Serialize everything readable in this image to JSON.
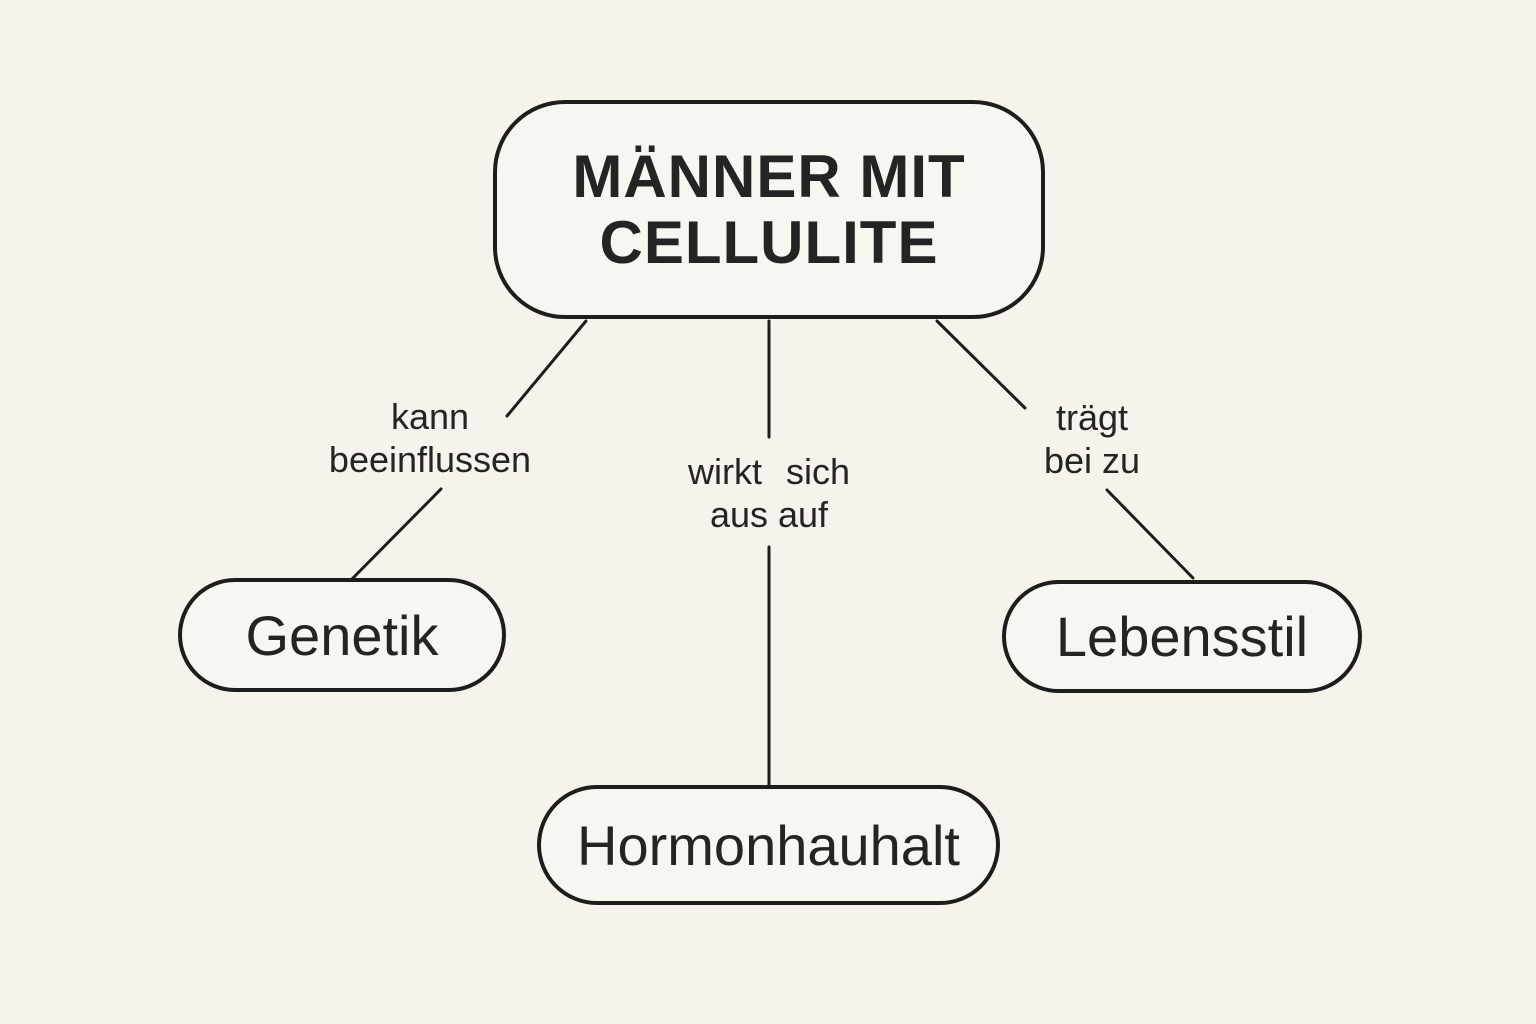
{
  "canvas": {
    "background_color": "#f6f3ec",
    "node_fill_color": "#f8f6f0",
    "stroke_color": "#1d1d1d",
    "text_color": "#242424"
  },
  "root_node": {
    "label": "MÄNNER MIT CELLULITE",
    "lines": [
      "MÄNNER MIT",
      "CELLULITE"
    ]
  },
  "child_nodes": [
    {
      "id": "genetik",
      "label": "Genetik"
    },
    {
      "id": "hormonhauhalt",
      "label": "Hormonhauhalt"
    },
    {
      "id": "lebensstil",
      "label": "Lebensstil"
    }
  ],
  "edge_labels": [
    {
      "from": "maenner-mit-cellulite",
      "to": "genetik",
      "text": "kann beeinflussen",
      "lines": [
        "kann",
        "beeinflussen"
      ]
    },
    {
      "from": "maenner-mit-cellulite",
      "to": "hormonhauhalt",
      "text": "wirkt sich aus auf",
      "lines": [
        "wirkt sich",
        "aus auf"
      ]
    },
    {
      "from": "maenner-mit-cellulite",
      "to": "lebensstil",
      "text": "trägt bei zu",
      "lines": [
        "trägt",
        "bei zu"
      ]
    }
  ]
}
